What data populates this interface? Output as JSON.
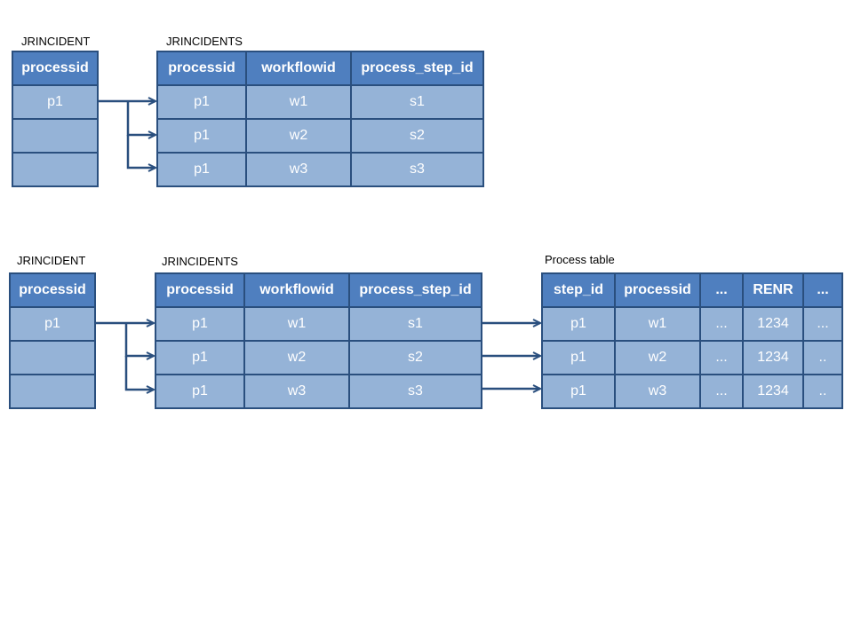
{
  "top": {
    "left_caption": "JRINCIDENT",
    "right_caption": "JRINCIDENTS",
    "left_table": {
      "header": "processid",
      "rows": [
        "p1",
        "",
        ""
      ]
    },
    "right_table": {
      "headers": [
        "processid",
        "workflowid",
        "process_step_id"
      ],
      "rows": [
        [
          "p1",
          "w1",
          "s1"
        ],
        [
          "p1",
          "w2",
          "s2"
        ],
        [
          "p1",
          "w3",
          "s3"
        ]
      ]
    }
  },
  "bottom": {
    "left_caption": "JRINCIDENT",
    "middle_caption": "JRINCIDENTS",
    "right_caption": "Process table",
    "left_table": {
      "header": "processid",
      "rows": [
        "p1",
        "",
        ""
      ]
    },
    "middle_table": {
      "headers": [
        "processid",
        "workflowid",
        "process_step_id"
      ],
      "rows": [
        [
          "p1",
          "w1",
          "s1"
        ],
        [
          "p1",
          "w2",
          "s2"
        ],
        [
          "p1",
          "w3",
          "s3"
        ]
      ]
    },
    "right_table": {
      "headers": [
        "step_id",
        "processid",
        "...",
        "RENR",
        "..."
      ],
      "rows": [
        [
          "p1",
          "w1",
          "...",
          "1234",
          "..."
        ],
        [
          "p1",
          "w2",
          "...",
          "1234",
          ".."
        ],
        [
          "p1",
          "w3",
          "...",
          "1234",
          ".."
        ]
      ]
    }
  },
  "colors": {
    "header": "#4f7fbf",
    "cell": "#95b3d7",
    "border": "#2a4f7e",
    "arrow": "#2a4f7e"
  }
}
